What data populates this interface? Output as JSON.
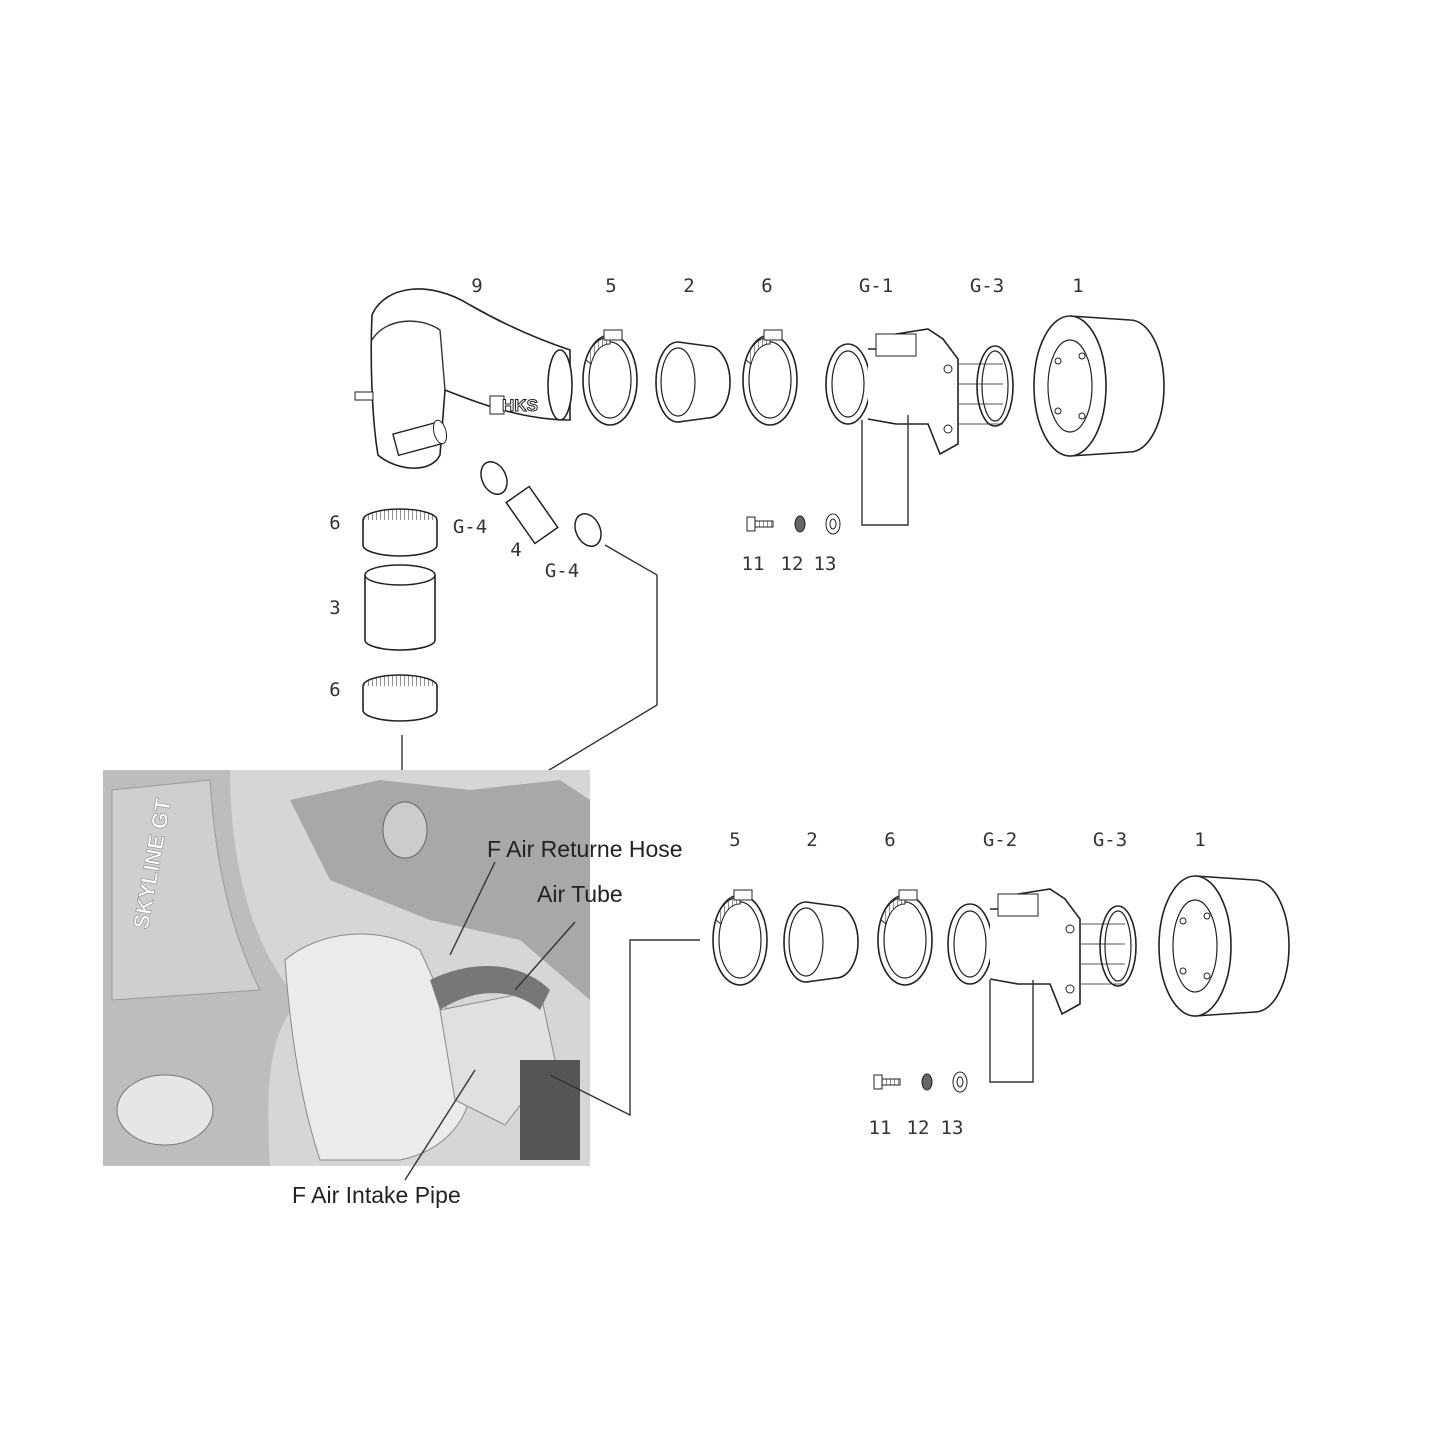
{
  "diagram": {
    "top_assembly": {
      "labels": {
        "pipe": "9",
        "clamp_a": "5",
        "sleeve": "2",
        "clamp_b": "6",
        "maf": "G-1",
        "ring": "G-3",
        "filter": "1"
      },
      "hose_labels": {
        "clamp_upper": "6",
        "gasket_upper": "G-4",
        "hose": "4",
        "gasket_lower": "G-4",
        "coupler": "3",
        "clamp_lower": "6"
      },
      "hardware": {
        "bolt": "11",
        "washer_a": "12",
        "washer_b": "13"
      },
      "logo": "HKS"
    },
    "bottom_assembly": {
      "labels": {
        "clamp_a": "5",
        "sleeve": "2",
        "clamp_b": "6",
        "maf": "G-2",
        "ring": "G-3",
        "filter": "1"
      },
      "hardware": {
        "bolt": "11",
        "washer_a": "12",
        "washer_b": "13"
      }
    },
    "photo": {
      "logo": "SKYLINE GT",
      "callouts": {
        "return_hose": "F Air Returne Hose",
        "air_tube": "Air Tube",
        "intake_pipe": "F Air Intake Pipe"
      }
    }
  }
}
